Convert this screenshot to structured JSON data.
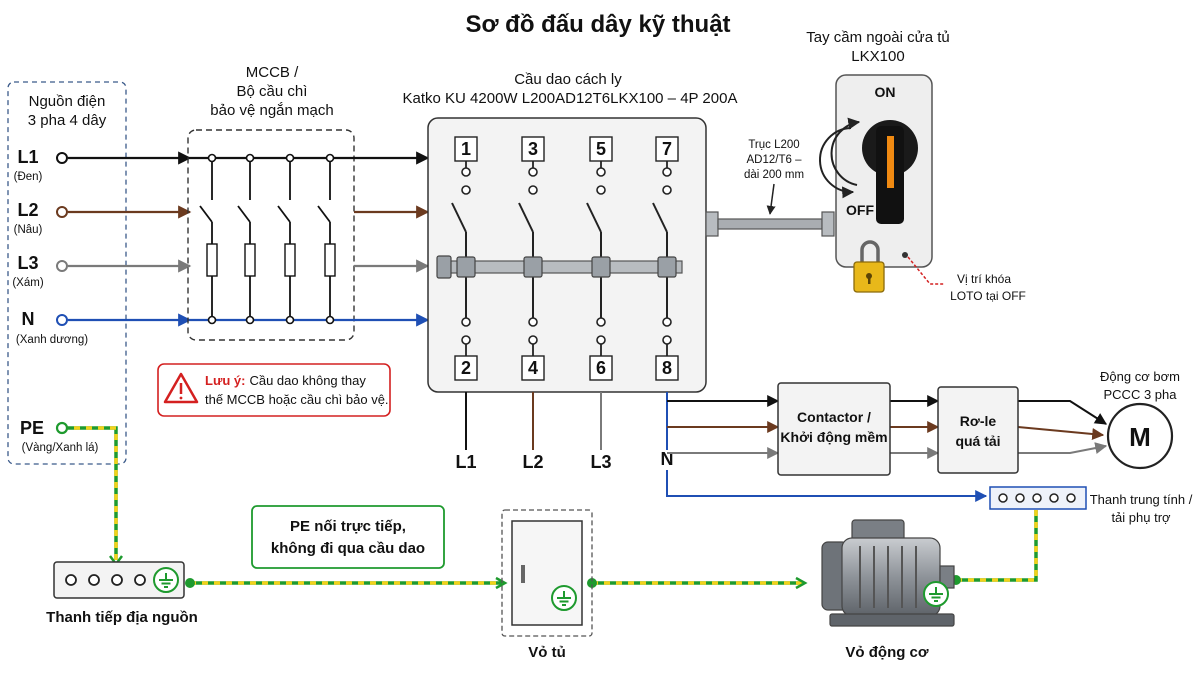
{
  "title": "Sơ đồ đấu dây kỹ thuật",
  "source": {
    "line1": "Nguồn điện",
    "line2": "3 pha 4 dây",
    "phases": [
      {
        "label": "L1",
        "desc": "(Đen)",
        "color": "#111111"
      },
      {
        "label": "L2",
        "desc": "(Nâu)",
        "color": "#6b3a1f"
      },
      {
        "label": "L3",
        "desc": "(Xám)",
        "color": "#7a7a7a"
      },
      {
        "label": "N",
        "desc": "(Xanh dương)",
        "color": "#1f4fb4"
      }
    ],
    "pe": {
      "label": "PE",
      "desc": "(Vàng/Xanh lá)"
    }
  },
  "mccb": {
    "line1": "MCCB /",
    "line2": "Bộ cầu chì",
    "line3": "bảo vệ ngắn mạch"
  },
  "warning": {
    "label": "Lưu ý:",
    "text1": "Cầu dao không thay",
    "text2": "thế MCCB hoặc cầu chì bảo vệ."
  },
  "isolator": {
    "line1": "Cầu dao cách ly",
    "line2": "Katko KU 4200W L200AD12T6LKX100 – 4P 200A",
    "top_terminals": [
      "1",
      "3",
      "5",
      "7"
    ],
    "bottom_terminals": [
      "2",
      "4",
      "6",
      "8"
    ],
    "outputs": [
      "L1",
      "L2",
      "L3",
      "N"
    ]
  },
  "shaft": {
    "line1": "Trục L200",
    "line2": "AD12/T6 –",
    "line3": "dài 200 mm"
  },
  "handle": {
    "line1": "Tay cầm ngoài cửa tủ",
    "line2": "LKX100",
    "on": "ON",
    "off": "OFF"
  },
  "loto": {
    "line1": "Vị trí khóa",
    "line2": "LOTO tại OFF"
  },
  "contactor": {
    "line1": "Contactor /",
    "line2": "Khởi động mềm"
  },
  "relay": {
    "line1": "Rơ-le",
    "line2": "quá tải"
  },
  "motor": {
    "symbol": "M",
    "line1": "Động cơ bơm",
    "line2": "PCCC 3 pha"
  },
  "neutral_bar": {
    "line1": "Thanh trung tính /",
    "line2": "tải phụ trợ"
  },
  "pe_note": {
    "line1": "PE nối trực tiếp,",
    "line2": "không đi qua cầu dao"
  },
  "ground_bar": "Thanh tiếp địa nguồn",
  "cabinet": "Vỏ tủ",
  "motor_frame": "Vỏ động cơ",
  "colors": {
    "l1": "#111111",
    "l2": "#6b3a1f",
    "l3": "#7a7a7a",
    "n": "#1f4fb4",
    "pe_green": "#1e9a2e",
    "pe_yellow": "#f2d21b",
    "warn": "#d42020",
    "on": "#2a8a2a",
    "off": "#c0201a",
    "handle_orange": "#f08a12",
    "lock": "#e8b81a"
  },
  "icons": [
    "warning-icon",
    "ground-icon",
    "padlock-icon",
    "motor-icon"
  ]
}
